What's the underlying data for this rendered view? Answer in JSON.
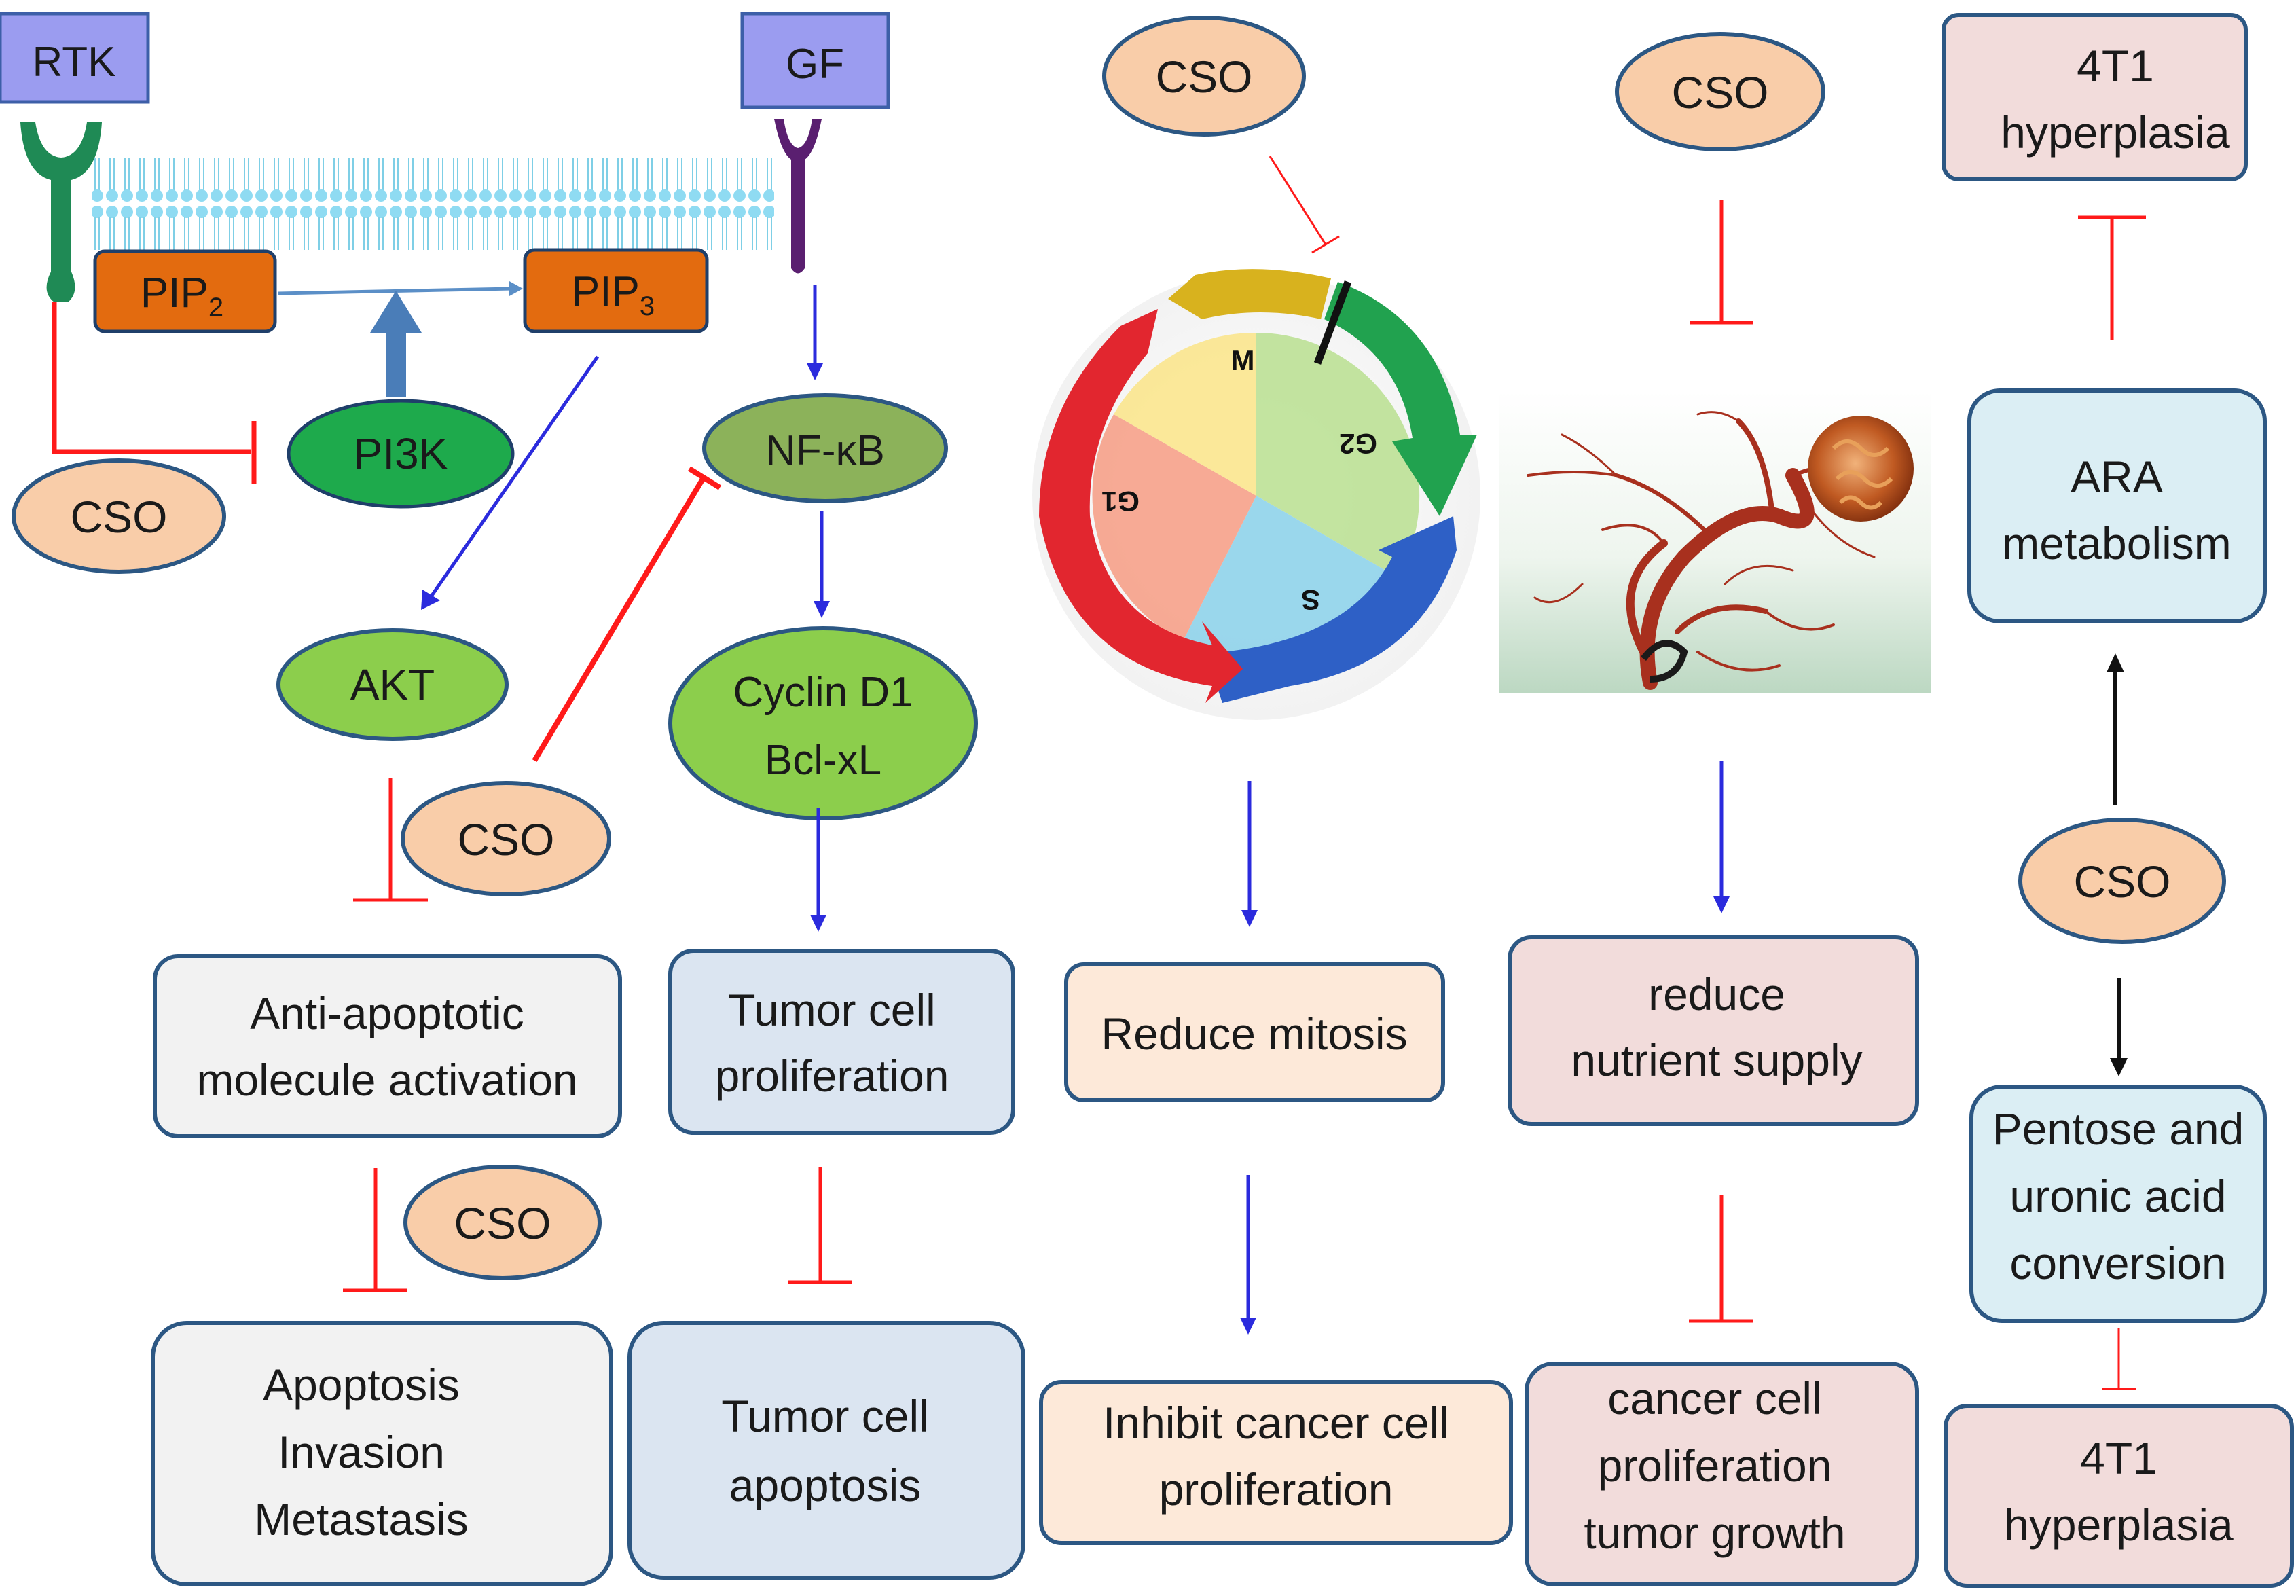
{
  "receptors": {
    "rtk": "RTK",
    "gf": "GF"
  },
  "pathway": {
    "pip2": "PIP",
    "pip2_sub": "2",
    "pip3": "PIP",
    "pip3_sub": "3",
    "pi3k": "PI3K",
    "akt": "AKT",
    "nfkb": "NF-κB",
    "cyclin_line1": "Cyclin D1",
    "cyclin_line2": "Bcl-xL"
  },
  "cso_label": "CSO",
  "boxes": {
    "anti_apoptotic": [
      "Anti-apoptotic",
      "molecule activation"
    ],
    "apoptosis_invasion": [
      "Apoptosis",
      "Invasion",
      "Metastasis"
    ],
    "tumor_proliferation": [
      "Tumor cell",
      "proliferation"
    ],
    "tumor_apoptosis": [
      "Tumor cell",
      "apoptosis"
    ],
    "reduce_mitosis": [
      "Reduce mitosis"
    ],
    "inhibit_proliferation": [
      "Inhibit cancer cell",
      "proliferation"
    ],
    "reduce_nutrient": [
      "reduce",
      "nutrient supply"
    ],
    "cancer_growth": [
      "cancer cell",
      "proliferation",
      "tumor growth"
    ],
    "hyperplasia_top": [
      "4T1",
      "hyperplasia"
    ],
    "ara_metabolism": [
      "ARA",
      "metabolism"
    ],
    "pentose": [
      "Pentose and",
      "uronic acid",
      "conversion"
    ],
    "hyperplasia_bottom": [
      "4T1",
      "hyperplasia"
    ]
  },
  "cell_cycle": {
    "phases": [
      "M",
      "G2",
      "S",
      "G1"
    ]
  },
  "colors": {
    "receptor_box": "#9b9cf0",
    "cso_fill": "#f9cda9",
    "dark_green_ellipse": "#1eaa4c",
    "light_green_ellipse": "#8cce4c",
    "pip_orange": "#e36b0f",
    "inhibit_red": "#ff1a1a",
    "activate_blue": "#2b2bdd",
    "outline_blue": "#2c5783"
  }
}
